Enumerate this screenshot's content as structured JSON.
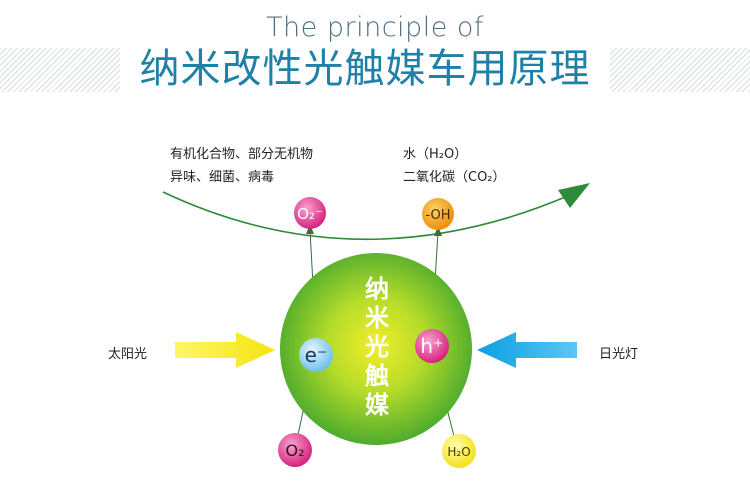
{
  "header": {
    "subtitle": "The principle of",
    "title": "纳米改性光触媒车用原理"
  },
  "inputs": {
    "pollutants_line1": "有机化合物、部分无机物",
    "pollutants_line2": "异味、细菌、病毒"
  },
  "outputs": {
    "water": "水（H₂O）",
    "co2": "二氧化碳（CO₂）"
  },
  "light_sources": {
    "left": "太阳光",
    "right": "日光灯"
  },
  "catalyst": {
    "chars": [
      "纳",
      "米",
      "光",
      "触",
      "媒"
    ]
  },
  "particles": {
    "superoxide": "O₂⁻",
    "hydroxyl": "-OH",
    "electron": "e⁻",
    "hole": "h⁺",
    "oxygen": "O₂",
    "water": "H₂O"
  },
  "colors": {
    "title": "#1f80a8",
    "arrow_curve": "#2f8a3a",
    "sun_arrow": "#f5ef1a",
    "lamp_arrow": "#13a8e6",
    "pink_ball": "#e2378c",
    "orange_ball": "#f29a0e",
    "yellow_ball": "#f6ea1f",
    "blue_ball": "#8fd0f0"
  }
}
